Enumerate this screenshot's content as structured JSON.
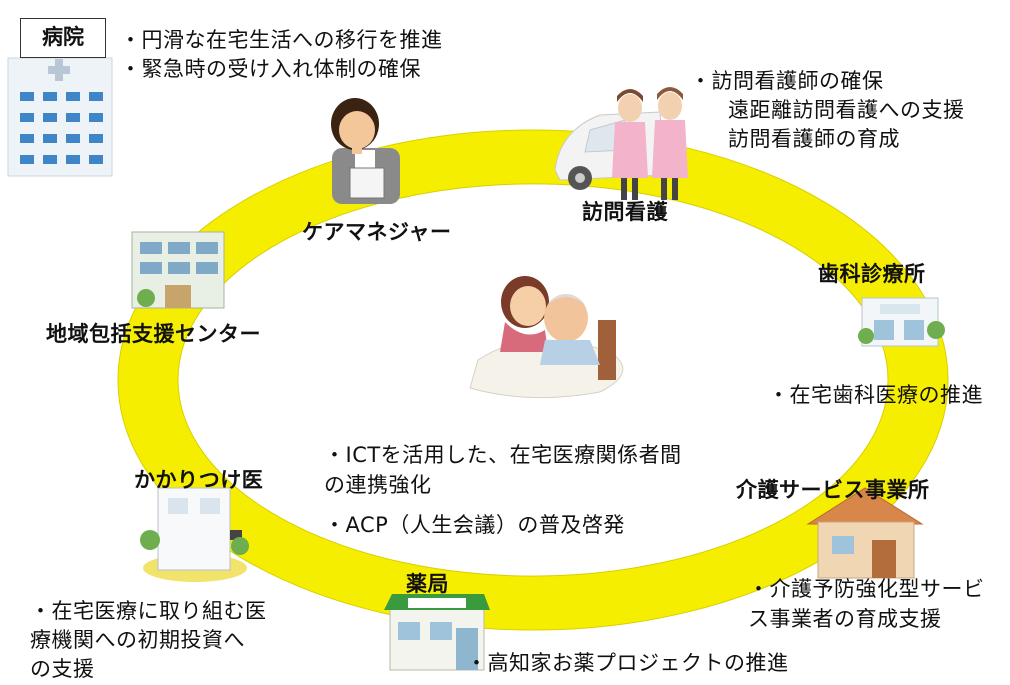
{
  "hospital": {
    "label": "病院",
    "notes": [
      "・円滑な在宅生活への移行を推進",
      "・緊急時の受け入れ体制の確保"
    ]
  },
  "care_manager": {
    "label": "ケアマネジャー"
  },
  "home_nursing": {
    "label": "訪問看護",
    "notes": [
      "・訪問看護師の確保",
      "遠距離訪問看護への支援",
      "訪問看護師の育成"
    ]
  },
  "dental_clinic": {
    "label": "歯科診療所",
    "notes": [
      "・在宅歯科医療の推進"
    ]
  },
  "care_service": {
    "label": "介護サービス事業所",
    "notes": [
      "・介護予防強化型サービ",
      "ス事業者の育成支援"
    ]
  },
  "pharmacy": {
    "label": "薬局",
    "notes": [
      "・高知家お薬プロジェクトの推進"
    ]
  },
  "family_doctor": {
    "label": "かかりつけ医",
    "notes": [
      "・在宅医療に取り組む医",
      "療機関への初期投資へ",
      "の支援"
    ]
  },
  "regional_center": {
    "label": "地域包括支援センター"
  },
  "center": {
    "notes": [
      "・ICTを活用した、在宅医療関係者間",
      "の連携強化",
      "・ACP（人生会議）の普及啓発"
    ]
  },
  "colors": {
    "ring": "#f6ee00",
    "ring_edge": "#d9cf00"
  }
}
